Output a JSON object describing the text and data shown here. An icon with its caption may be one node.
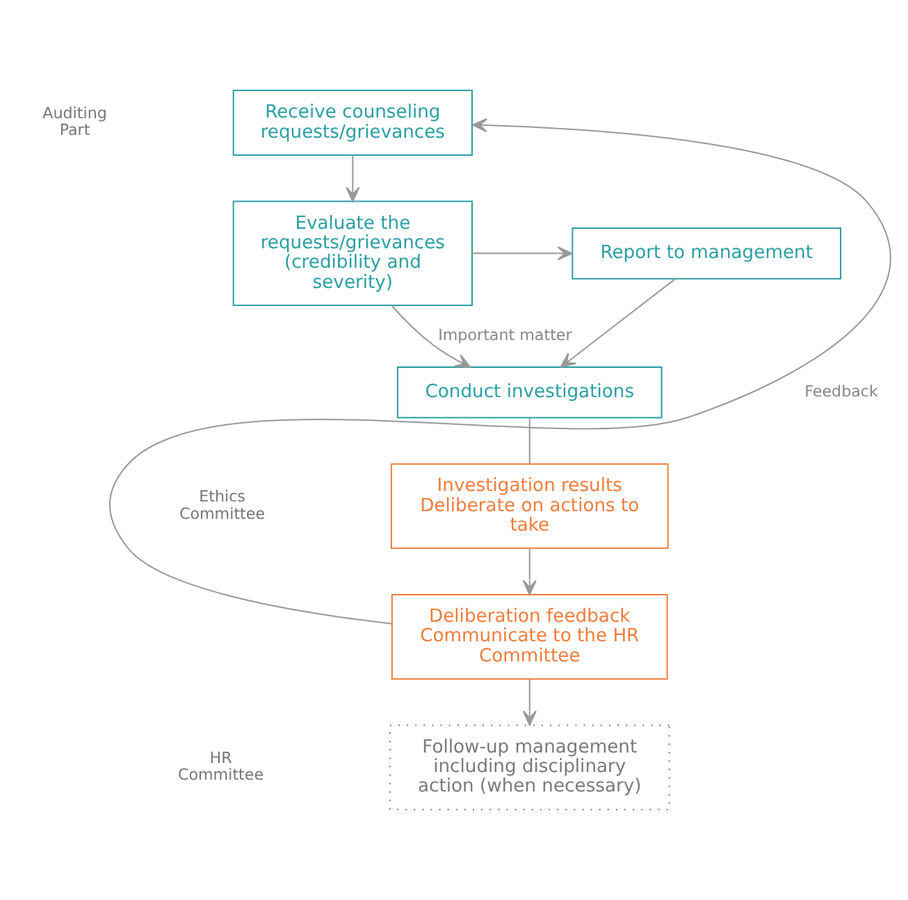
{
  "diagram": {
    "nodes": [
      {
        "text": [
          "Receive counseling requests/grievances"
        ]
      },
      {
        "text": [
          "Evaluate the requests/grievances (credibility and severity)"
        ]
      },
      {
        "text": [
          "Report to management"
        ]
      },
      {
        "text": [
          "Conduct investigations"
        ]
      },
      {
        "text": [
          "Investigation results Deliberate on actions to take"
        ]
      },
      {
        "text": [
          "Deliberation feedback Communicate to the HR Committee"
        ]
      },
      {
        "text": [
          "Follow-up management including disciplinary action (when necessary)"
        ]
      }
    ],
    "edges": [
      {
        "from": 0,
        "to": 1,
        "arrow": "to"
      },
      {
        "from": 1,
        "to": 2,
        "arrow": "to"
      },
      {
        "from": 1,
        "to": 3,
        "arrow": "to",
        "label": "Important matter"
      },
      {
        "from": 2,
        "to": 3,
        "arrow": "to"
      },
      {
        "from": 3,
        "to": 4,
        "arrow": "none"
      },
      {
        "from": 4,
        "to": 5,
        "arrow": "to"
      },
      {
        "from": 5,
        "to": 0,
        "arrow": "to",
        "label": "Feedback"
      },
      {
        "from": 5,
        "to": 6,
        "arrow": "to"
      }
    ],
    "labels": [
      "Auditing Part",
      "Ethics Committee",
      "HR Committee"
    ]
  }
}
